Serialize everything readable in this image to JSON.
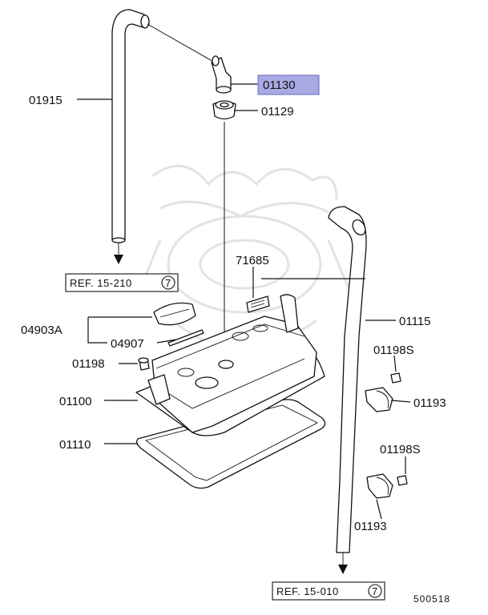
{
  "callouts": {
    "c01915": "01915",
    "c01130": "01130",
    "c01129": "01129",
    "c71685": "71685",
    "c04903a": "04903A",
    "c04907": "04907",
    "c01198": "01198",
    "c01100": "01100",
    "c01110": "01110",
    "c01115": "01115",
    "c01198s_top": "01198S",
    "c01193_top": "01193",
    "c01198s_bottom": "01198S",
    "c01193_bottom": "01193"
  },
  "references": {
    "ref_top": "REF. 15-210",
    "ref_top_num": "7",
    "ref_bottom": "REF. 15-010",
    "ref_bottom_num": "7"
  },
  "diagram_id": "500518",
  "colors": {
    "highlight": "#a9a9e4",
    "line": "#111111",
    "watermark": "#e3e3e3"
  }
}
